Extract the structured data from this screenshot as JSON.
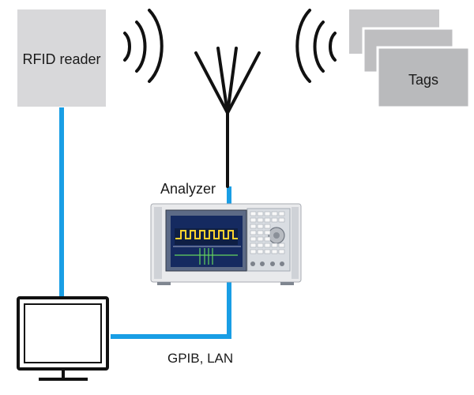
{
  "nodes": {
    "reader": "RFID reader",
    "analyzer": "Analyzer",
    "tags": "Tags"
  },
  "connections": {
    "computer_link": "GPIB, LAN"
  },
  "colors": {
    "cable": "#199ee5",
    "box_fill": "#d8d8da",
    "tag_fill": "#c8c8ca",
    "wave": "#111111"
  }
}
